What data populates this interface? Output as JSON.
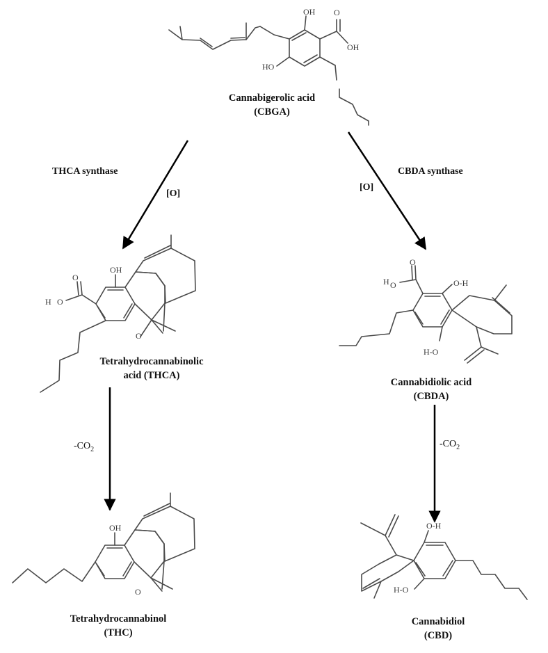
{
  "compounds": {
    "cbga": {
      "name": "Cannabigerolic acid",
      "abbr": "(CBGA)"
    },
    "thca": {
      "name": "Tetrahydrocannabinolic",
      "name2": "acid (THCA)"
    },
    "cbda": {
      "name": "Cannabidiolic acid",
      "abbr": "(CBDA)"
    },
    "thc": {
      "name": "Tetrahydrocannabinol",
      "abbr": "(THC)"
    },
    "cbd": {
      "name": "Cannabidiol",
      "abbr": "(CBD)"
    }
  },
  "reactions": {
    "left_enzyme": "THCA synthase",
    "right_enzyme": "CBDA synthase",
    "left_oxidant": "[O]",
    "right_oxidant": "[O]",
    "left_decarb": "-CO",
    "right_decarb": "-CO",
    "co2_subscript": "2"
  },
  "atoms": {
    "oh": "OH",
    "o": "O",
    "ho": "HO",
    "h": "H",
    "o_dash_h": "O-H",
    "h_dash_o": "H-O"
  }
}
